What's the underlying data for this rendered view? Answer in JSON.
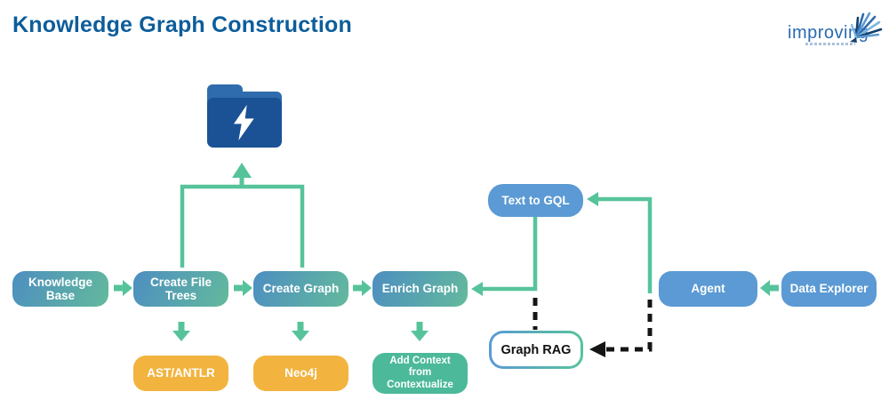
{
  "header": {
    "title": "Knowledge Graph Construction"
  },
  "logo": {
    "wordmark": "improving"
  },
  "colors": {
    "title_blue": "#0d5d9a",
    "node_gradient_start": "#4d8ec1",
    "node_gradient_end": "#63ba9c",
    "solid_blue": "#5b9ad4",
    "orange": "#f2b43f",
    "teal": "#4cb99a",
    "connector_green": "#57c39b",
    "dash_black": "#151515",
    "folder_front": "#1b5295",
    "folder_back": "#2f6cad"
  },
  "nodes": {
    "knowledge_base": {
      "label": "Knowledge Base"
    },
    "create_file_trees": {
      "label": "Create File Trees"
    },
    "create_graph": {
      "label": "Create Graph"
    },
    "enrich_graph": {
      "label": "Enrich Graph"
    },
    "text_to_gql": {
      "label": "Text to GQL"
    },
    "agent": {
      "label": "Agent"
    },
    "data_explorer": {
      "label": "Data Explorer"
    },
    "graph_rag": {
      "label": "Graph RAG"
    },
    "ast_antlr": {
      "label": "AST/ANTLR"
    },
    "neo4j": {
      "label": "Neo4j"
    },
    "add_context": {
      "label": "Add Context from Contextualize"
    }
  }
}
